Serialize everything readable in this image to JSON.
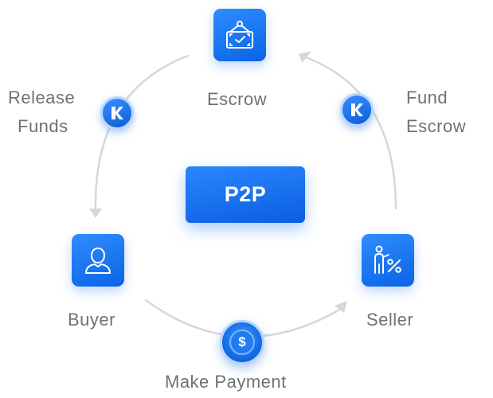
{
  "center": {
    "label": "P2P"
  },
  "nodes": {
    "escrow": {
      "label": "Escrow",
      "icon": "escrow-sign-icon"
    },
    "buyer": {
      "label": "Buyer",
      "icon": "user-icon"
    },
    "seller": {
      "label": "Seller",
      "icon": "seller-percent-icon"
    }
  },
  "steps": {
    "release_funds": {
      "line1": "Release",
      "line2": "Funds",
      "icon": "k-logo-icon"
    },
    "fund_escrow": {
      "line1": "Fund",
      "line2": "Escrow",
      "icon": "k-logo-icon"
    },
    "make_payment": {
      "label": "Make Payment",
      "icon": "dollar-coin-icon",
      "symbol": "$"
    }
  },
  "colors": {
    "accent": "#0f6cf0",
    "accent_light": "#2f8cff",
    "text": "#6e7177",
    "arc": "#d7d7d7"
  }
}
